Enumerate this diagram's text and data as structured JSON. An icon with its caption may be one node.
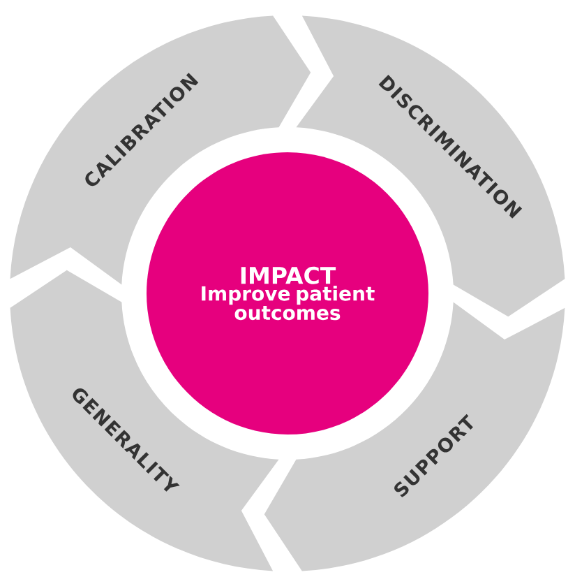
{
  "diagram": {
    "nodes": [
      {
        "text": [
          "CALIBRATION"
        ]
      },
      {
        "text": [
          "DISCRIMINATION"
        ]
      },
      {
        "text": [
          "SUPPORT"
        ]
      },
      {
        "text": [
          "GENERALITY"
        ]
      },
      {
        "text": [
          "IMPACT",
          "Improve patient outcomes"
        ]
      }
    ]
  }
}
